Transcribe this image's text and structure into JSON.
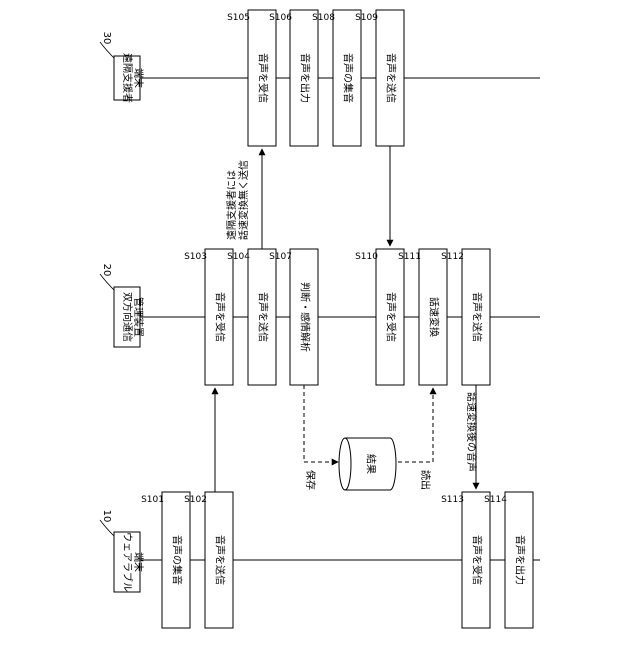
{
  "terminals": {
    "remote": {
      "number": "30",
      "lines": [
        "遠隔支援者",
        "端末"
      ]
    },
    "server": {
      "number": "20",
      "lines": [
        "双方向通信",
        "管理装置"
      ]
    },
    "wearable": {
      "number": "10",
      "lines": [
        "ウェアラブル",
        "端末"
      ]
    }
  },
  "steps": [
    {
      "id": "S105",
      "text": "音声を受信"
    },
    {
      "id": "S106",
      "text": "音声を出力"
    },
    {
      "id": "S108",
      "text": "音声の集音"
    },
    {
      "id": "S109",
      "text": "音声を送信"
    },
    {
      "id": "S103",
      "text": "音声を受信"
    },
    {
      "id": "S104",
      "text": "音声を送信"
    },
    {
      "id": "S107",
      "text": "判断・感情解析"
    },
    {
      "id": "S110",
      "text": "音声を受信"
    },
    {
      "id": "S111",
      "text": "話速変換"
    },
    {
      "id": "S112",
      "text": "音声を送信"
    },
    {
      "id": "S101",
      "text": "音声の集音"
    },
    {
      "id": "S102",
      "text": "音声を送信"
    },
    {
      "id": "S113",
      "text": "音声を受信"
    },
    {
      "id": "S114",
      "text": "音声を出力"
    }
  ],
  "annotations": {
    "no_conversion_line1": "遠隔支援者には",
    "no_conversion_line2": "話速変換無く送信",
    "converted_voice": "話速変換後の音声",
    "save": "保存",
    "read": "読出",
    "result_db": "結果"
  }
}
